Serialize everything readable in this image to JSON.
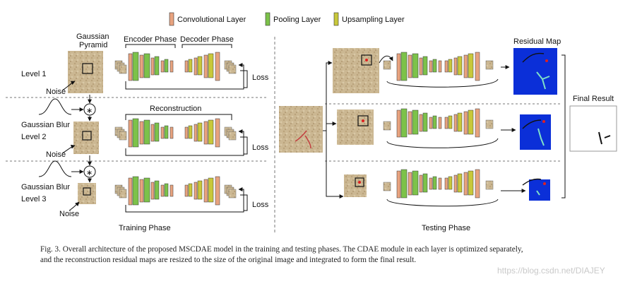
{
  "legend": {
    "conv": "Convolutional Layer",
    "pool": "Pooling Layer",
    "up": "Upsampling Layer"
  },
  "training": {
    "pyramid_label_1": "Gaussian",
    "pyramid_label_2": "Pyramid",
    "encoder_phase": "Encoder Phase",
    "decoder_phase": "Decoder Phase",
    "reconstruction": "Reconstruction",
    "level1": "Level 1",
    "level2": "Level 2",
    "level3": "Level 3",
    "noise": "Noise",
    "gaussian_blur": "Gaussian Blur",
    "loss": "Loss",
    "phase_title": "Training Phase"
  },
  "testing": {
    "residual_map": "Residual Map",
    "final_result": "Final Result",
    "phase_title": "Testing Phase"
  },
  "colors": {
    "conv": "#e8a37f",
    "pool": "#7cc24a",
    "up": "#c8c83a",
    "texture": "#c9b48f",
    "heatmap": "#0b2fd8"
  },
  "caption": {
    "line1": "Fig. 3.    Overall architecture of the proposed MSCDAE model in the training and testing phases. The CDAE module in each layer is optimized separately,",
    "line2": "and the reconstruction residual maps are resized to the size of the original image and integrated to form the final result."
  },
  "watermark": "https://blog.csdn.net/DIAJEY"
}
